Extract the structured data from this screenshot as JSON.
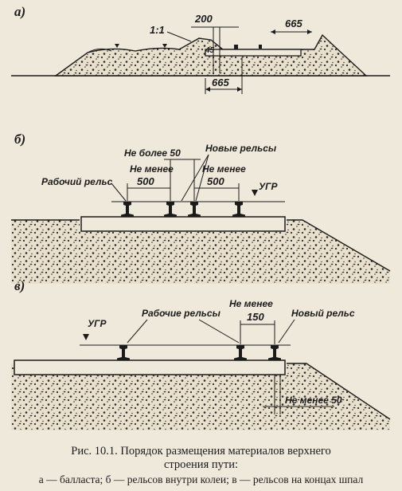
{
  "panels": {
    "a": {
      "letter": "а)",
      "slope": "1:1",
      "dim_top": "200",
      "dim_right": "665",
      "dim_bottom": "665",
      "dim_small": "45"
    },
    "b": {
      "letter": "б)",
      "no_more": "Не более 50",
      "new_rails": "Новые рельсы",
      "not_less_left": "Не менее",
      "not_less_right": "Не менее",
      "dim_left": "500",
      "dim_right": "500",
      "working_rail": "Рабочий рельс",
      "ugr": "УГР"
    },
    "c": {
      "letter": "в)",
      "ugr": "УГР",
      "working_rails": "Рабочие рельсы",
      "not_less": "Не менее",
      "dim_150": "150",
      "new_rail": "Новый рельс",
      "not_less_50": "Не менее 50"
    }
  },
  "caption": {
    "line1": "Рис. 10.1. Порядок размещения материалов верхнего",
    "line2": "строения пути:",
    "line3": "а — балласта; б — рельсов внутри колеи; в — рельсов на концах шпал"
  }
}
